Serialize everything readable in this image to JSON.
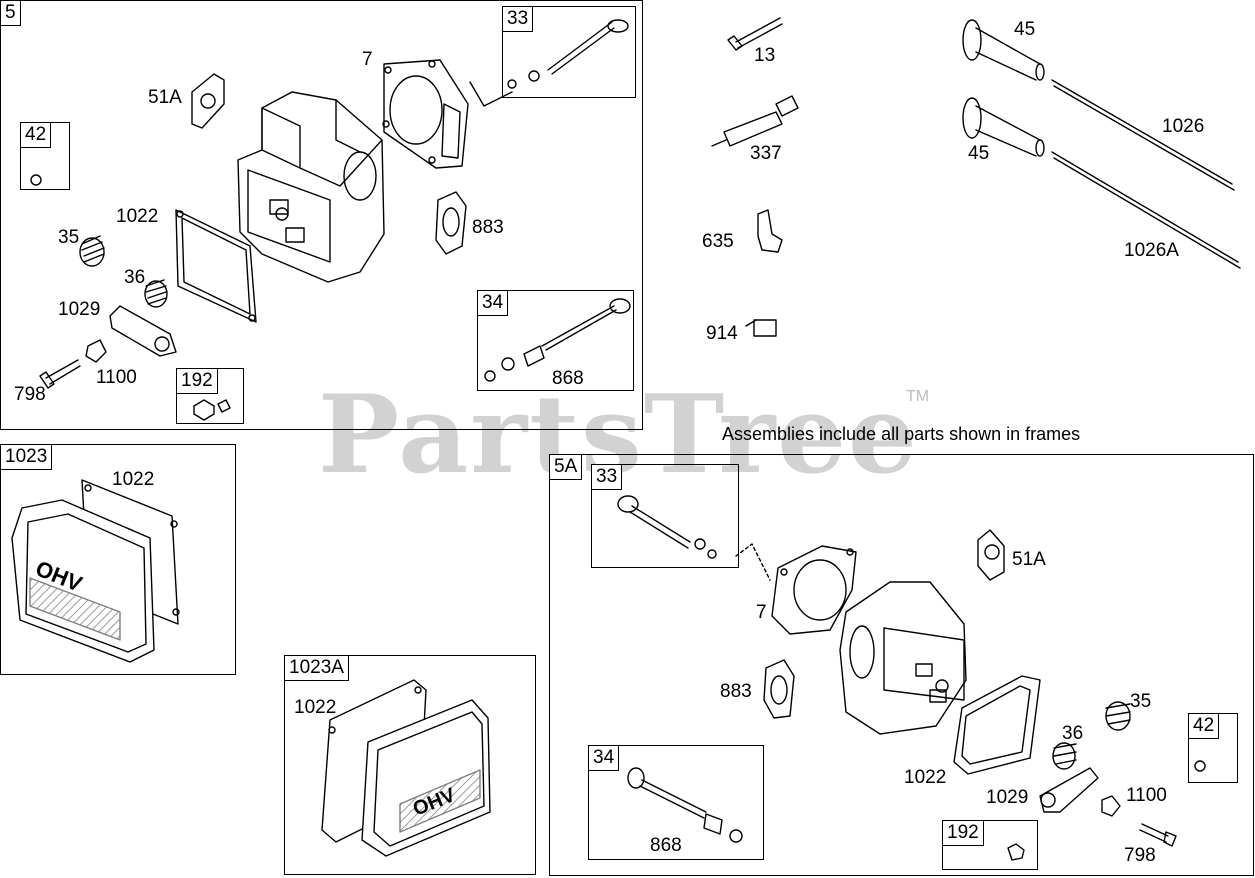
{
  "watermark": {
    "text": "PartsTree",
    "tm": "TM"
  },
  "note": "Assemblies include all parts shown in frames",
  "frames": {
    "f5": "5",
    "f33a": "33",
    "f42a": "42",
    "f34a": "34",
    "f192a": "192",
    "f1023": "1023",
    "f1023a": "1023A",
    "f5a": "5A",
    "f33b": "33",
    "f34b": "34",
    "f42b": "42",
    "f192b": "192"
  },
  "labels": {
    "p7a": "7",
    "p51a_a": "51A",
    "p1022a": "1022",
    "p35a": "35",
    "p36a": "36",
    "p1029a": "1029",
    "p1100a": "1100",
    "p798a": "798",
    "p883a": "883",
    "p868a": "868",
    "p13": "13",
    "p337": "337",
    "p635": "635",
    "p914": "914",
    "p45a": "45",
    "p45b": "45",
    "p1026": "1026",
    "p1026a": "1026A",
    "p1022b": "1022",
    "p1022c": "1022",
    "p51a_b": "51A",
    "p7b": "7",
    "p883b": "883",
    "p35b": "35",
    "p36b": "36",
    "p1022d": "1022",
    "p1029b": "1029",
    "p1100b": "1100",
    "p868b": "868",
    "p798b": "798"
  },
  "cover_emblem": "OHV"
}
